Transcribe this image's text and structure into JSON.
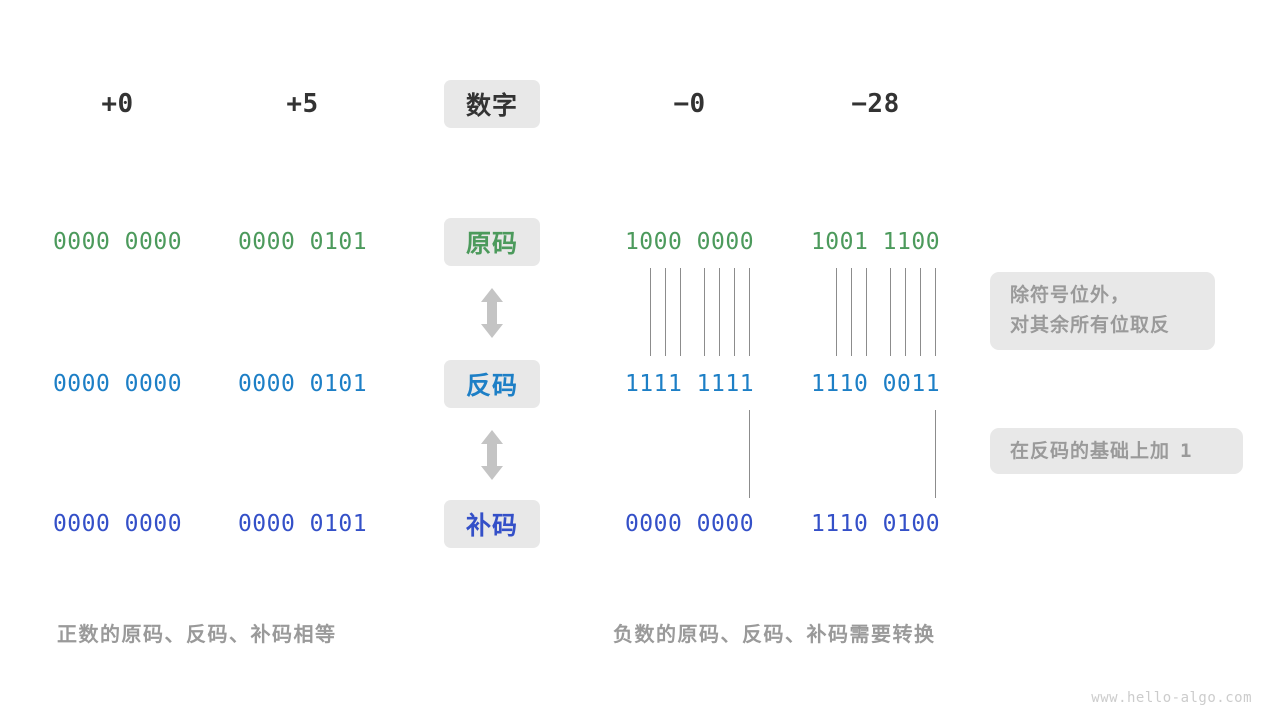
{
  "watermark": "www.hello-algo.com",
  "columns": {
    "headers": [
      {
        "label": "+0",
        "kind": "number"
      },
      {
        "label": "+5",
        "kind": "number"
      },
      {
        "label": "数字",
        "kind": "chip"
      },
      {
        "label": "−0",
        "kind": "number"
      },
      {
        "label": "−28",
        "kind": "number"
      }
    ]
  },
  "rows": [
    {
      "id": "yuan",
      "label": "原码",
      "color": "#4c9a5c",
      "values": [
        "0000 0000",
        "0000 0101",
        "1000 0000",
        "1001 1100"
      ]
    },
    {
      "id": "fan",
      "label": "反码",
      "color": "#1d7fc6",
      "values": [
        "0000 0000",
        "0000 0101",
        "1111 1111",
        "1110 0011"
      ]
    },
    {
      "id": "bu",
      "label": "补码",
      "color": "#3450c8",
      "values": [
        "0000 0000",
        "0000 0101",
        "0000 0000",
        "1110 0100"
      ]
    }
  ],
  "arrows": [
    {
      "id": "arrow-yuan-fan",
      "glyph": "up-down-arrow-icon"
    },
    {
      "id": "arrow-fan-bu",
      "glyph": "up-down-arrow-icon"
    }
  ],
  "notes": [
    {
      "id": "note-invert",
      "line1": "除符号位外，",
      "line2": "对其余所有位取反"
    },
    {
      "id": "note-plus-one",
      "text": "在反码的基础上加",
      "operand": "1"
    }
  ],
  "captions": {
    "left": "正数的原码、反码、补码相等",
    "right": "负数的原码、反码、补码需要转换"
  },
  "colors": {
    "chip_bg": "#e8e8e8",
    "header_text": "#333333",
    "yuan": "#4c9a5c",
    "fan": "#1d7fc6",
    "bu": "#3450c8",
    "muted": "#9a9a9a",
    "line": "#8c8c8c",
    "background": "#ffffff"
  }
}
